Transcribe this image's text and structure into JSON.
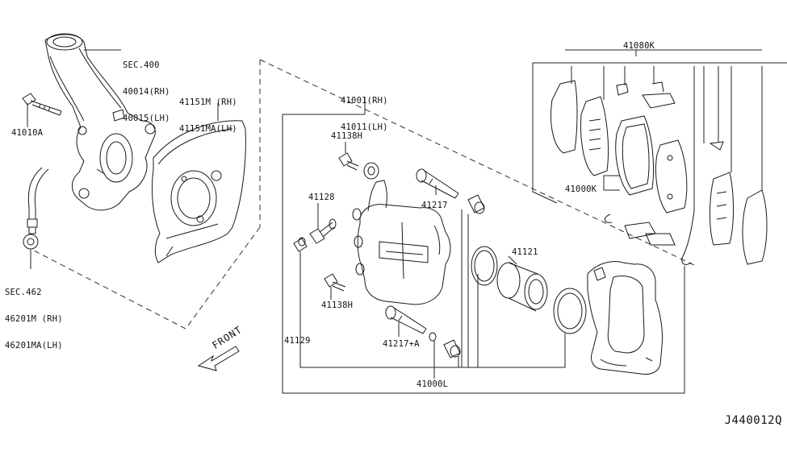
{
  "labels": {
    "sec400": "SEC.400",
    "p40014": "40014(RH)",
    "p40015": "40015(LH)",
    "p41010a": "41010A",
    "sec462": "SEC.462",
    "p46201m": "46201M (RH)",
    "p46201ma": "46201MA(LH)",
    "p41151m": "41151M (RH)",
    "p41151ma": "41151MA(LH)",
    "p41001": "41001(RH)",
    "p41011": "41011(LH)",
    "p41138h_top": "41138H",
    "p41128": "41128",
    "p41217": "41217",
    "p41121": "41121",
    "p41138h_bot": "41138H",
    "p41129": "41129",
    "p41217a": "41217+A",
    "p41000l": "41000L",
    "p41080k": "41080K",
    "p41000k": "41000K",
    "front": "FRONT",
    "reference": "J440012Q"
  }
}
